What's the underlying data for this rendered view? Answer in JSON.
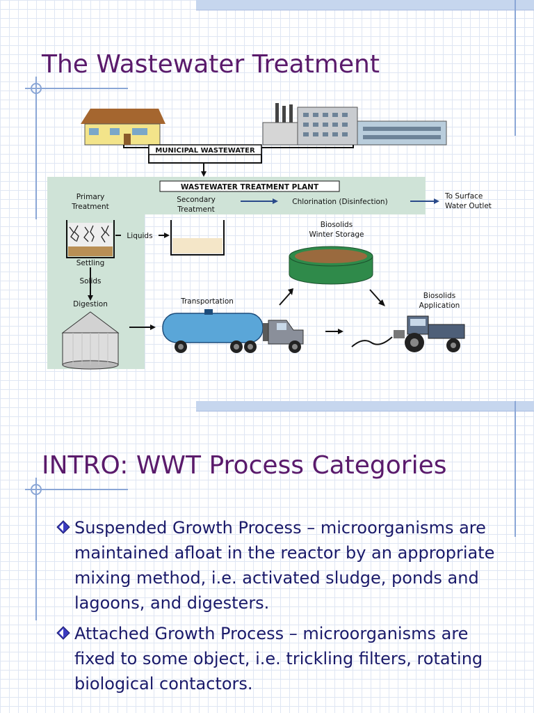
{
  "slide1": {
    "title": "The Wastewater Treatment",
    "diagram": {
      "municipal_label": "MUNICIPAL WASTEWATER",
      "plant_label": "WASTEWATER TREATMENT PLANT",
      "primary_label": [
        "Primary",
        "Treatment"
      ],
      "secondary_label": [
        "Secondary",
        "Treatment"
      ],
      "liquids_label": "Liquids",
      "chlorination_label": "Chlorination (Disinfection)",
      "outlet_label": [
        "To Surface",
        "Water Outlet"
      ],
      "settling_label": "Settling",
      "solids_label": "Solids",
      "digestion_label": "Digestion",
      "transportation_label": "Transportation",
      "storage_label": [
        "Biosolids",
        "Winter Storage"
      ],
      "application_label": [
        "Biosolids",
        "Application"
      ]
    }
  },
  "slide2": {
    "title": "INTRO: WWT Process Categories",
    "bullets": [
      {
        "term": "Suspended Growth Process",
        "dash": " – ",
        "text": "microorganisms are maintained afloat in the reactor by an appropriate mixing method, i.e. activated sludge, ponds and lagoons, and digesters."
      },
      {
        "term": "Attached Growth Process",
        "dash": " – ",
        "text": "microorganisms are fixed to some object, i.e. trickling filters, rotating biological contactors."
      }
    ]
  },
  "colors": {
    "title": "#5a1a6b",
    "body_text": "#1a1a6a",
    "grid": "#dfe6f3",
    "band": "#c6d6ee",
    "accent_line": "#8aa6d6",
    "plant_panel": "#cfe3d7",
    "storage_tank": "#2f8a4a",
    "tanker": "#5aa6d8"
  }
}
